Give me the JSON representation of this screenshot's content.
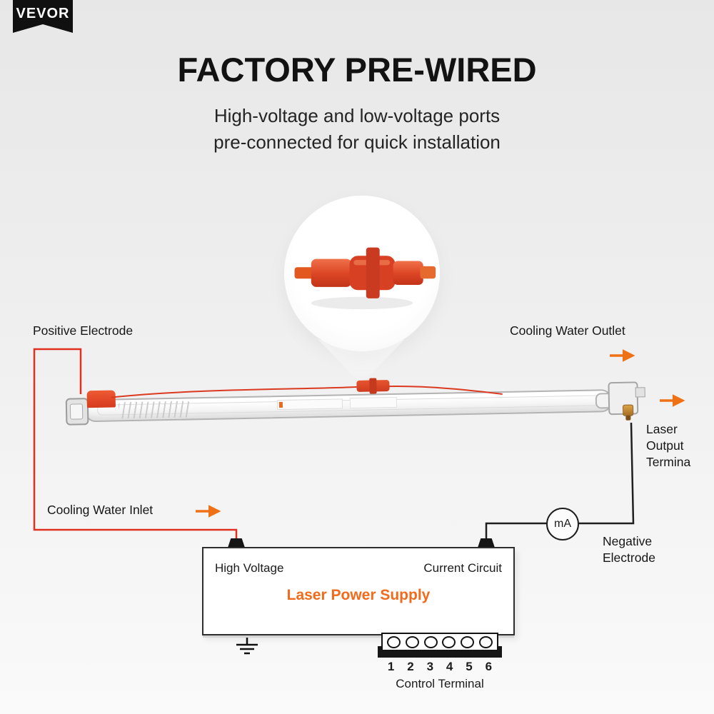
{
  "brand": {
    "logo": "VEVOR"
  },
  "header": {
    "title": "FACTORY PRE-WIRED",
    "subtitle": "High-voltage and low-voltage ports\npre-connected for quick installation"
  },
  "diagram": {
    "labels": {
      "positive_electrode": "Positive Electrode",
      "cooling_water_outlet": "Cooling Water Outlet",
      "cooling_water_inlet": "Cooling Water Inlet",
      "laser_output_terminal": "Laser\nOutput\nTermina",
      "negative_electrode": "Negative\nElectrode",
      "current_meter": "mA"
    },
    "power_supply": {
      "input_left": "High Voltage",
      "input_right": "Current Circuit",
      "name": "Laser Power Supply"
    },
    "control_terminal": {
      "pins": [
        "1",
        "2",
        "3",
        "4",
        "5",
        "6"
      ],
      "label": "Control Terminal"
    }
  },
  "colors": {
    "accent_orange": "#EF7116",
    "brand_orange": "#F26A1B",
    "wire_red": "#E03120",
    "wire_black": "#1F1F1F",
    "connector_red": "#D74023"
  }
}
